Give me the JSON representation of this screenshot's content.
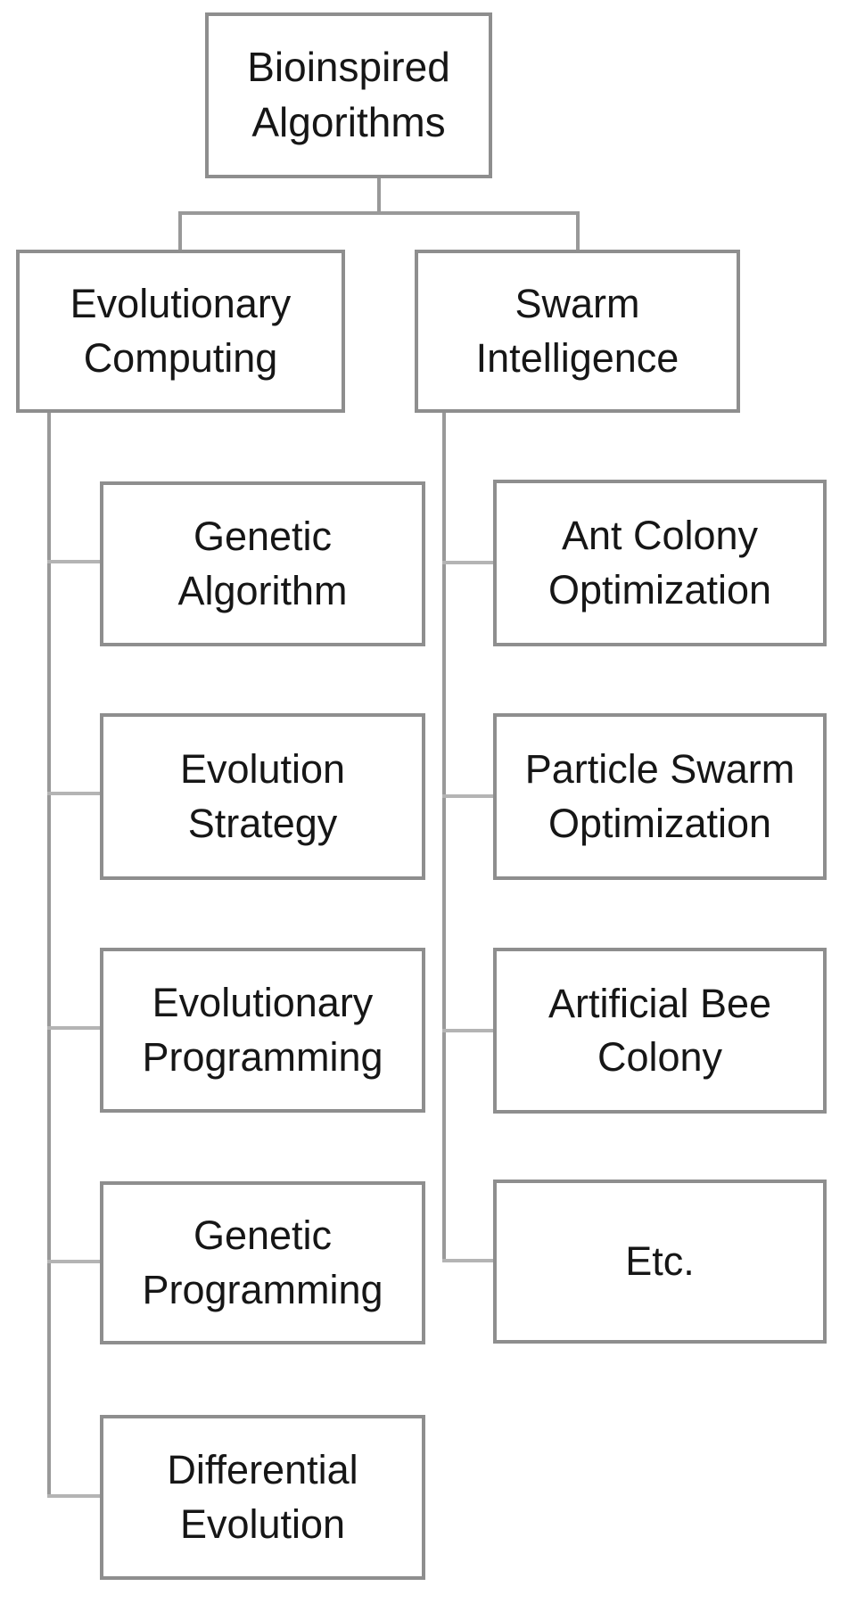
{
  "diagram": {
    "root": {
      "label": "Bioinspired Algorithms"
    },
    "branches": [
      {
        "label": "Evolutionary Computing",
        "children": [
          "Genetic Algorithm",
          "Evolution Strategy",
          "Evolutionary Programming",
          "Genetic Programming",
          "Differential Evolution"
        ]
      },
      {
        "label": "Swarm Intelligence",
        "children": [
          "Ant Colony Optimization",
          "Particle Swarm Optimization",
          "Artificial Bee Colony",
          "Etc."
        ]
      }
    ],
    "colors": {
      "background": "#ffffff",
      "box_border": "#8e8e8e",
      "connector": "#999999",
      "connector_stub": "#b4b4b4",
      "text": "#161616"
    }
  }
}
